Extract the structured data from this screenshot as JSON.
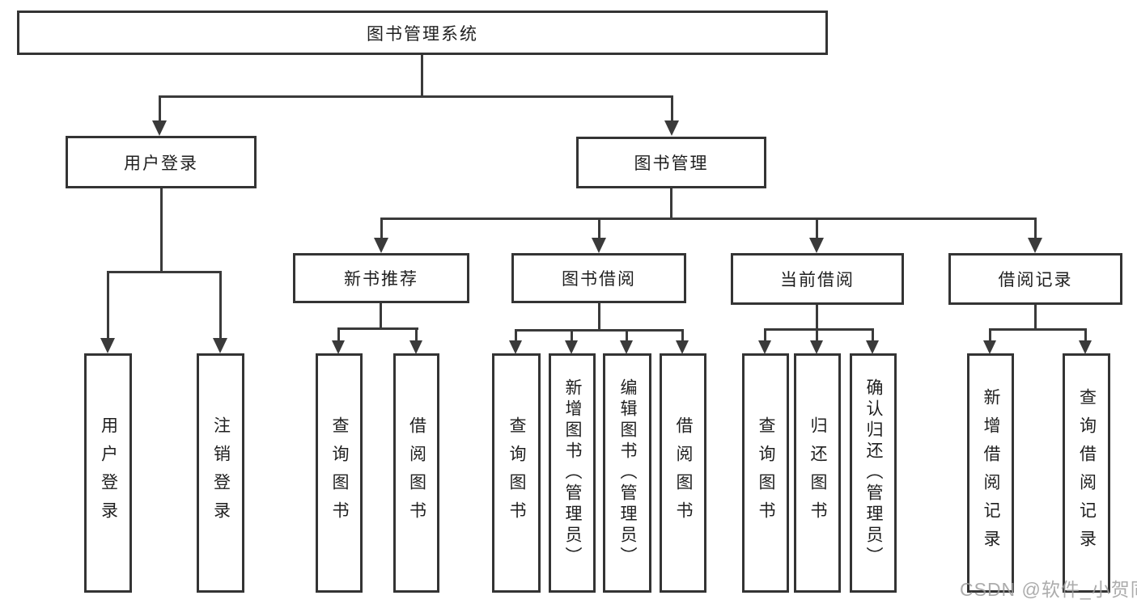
{
  "diagram": {
    "title": "图书管理系统",
    "root": {
      "label": "图书管理系统"
    },
    "level2": [
      {
        "label": "用户登录"
      },
      {
        "label": "图书管理"
      }
    ],
    "level3": [
      {
        "label": "新书推荐"
      },
      {
        "label": "图书借阅"
      },
      {
        "label": "当前借阅"
      },
      {
        "label": "借阅记录"
      }
    ],
    "leaves": {
      "login": [
        "用户登录",
        "注销登录"
      ],
      "newbook": [
        "查询图书",
        "借阅图书"
      ],
      "borrow": [
        "查询图书",
        "新增图书（管理员）",
        "编辑图书（管理员）",
        "借阅图书"
      ],
      "current": [
        "查询图书",
        "归还图书",
        "确认归还（管理员）"
      ],
      "record": [
        "新增借阅记录",
        "查询借阅记录"
      ]
    },
    "watermark": "CSDN @软件_小贺同学",
    "colors": {
      "line": "#3a3a3a",
      "border": "#343434",
      "text": "#1f1f1f",
      "watermark": "#9e9e9e",
      "background": "#ffffff"
    }
  }
}
